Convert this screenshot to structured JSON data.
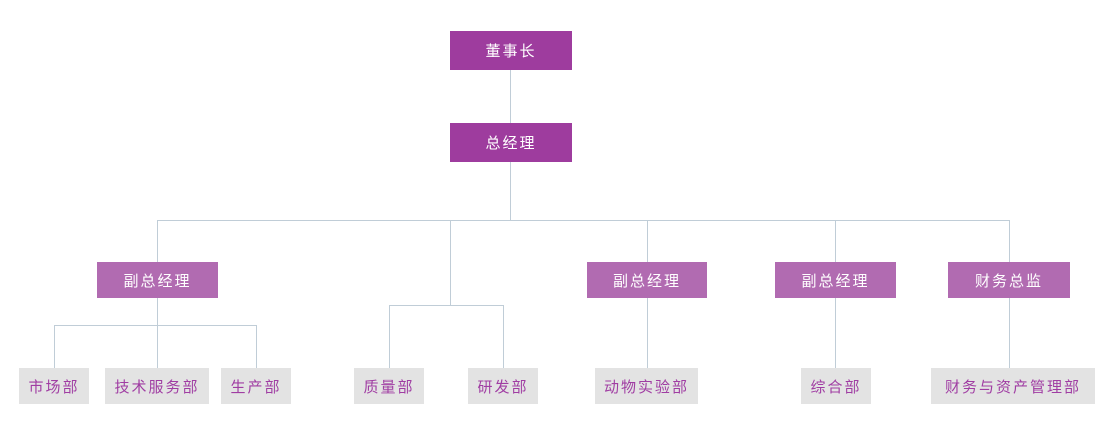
{
  "diagram": {
    "type": "org-chart",
    "background": "#ffffff",
    "colors": {
      "level1_fill": "#9E3C9E",
      "level2_fill": "#B16BB1",
      "leaf_fill": "#E3E3E3",
      "leaf_text": "#A03DA3",
      "node_text_on_purple": "#FFFFFF",
      "connector": "#C0CDD7"
    },
    "nodes": {
      "chairman": {
        "label": "董事长"
      },
      "general_manager": {
        "label": "总经理"
      },
      "deputy_gm_1": {
        "label": "副总经理"
      },
      "deputy_gm_2": {
        "label": "副总经理"
      },
      "deputy_gm_3": {
        "label": "副总经理"
      },
      "finance_director": {
        "label": "财务总监"
      },
      "marketing_dept": {
        "label": "市场部"
      },
      "tech_service_dept": {
        "label": "技术服务部"
      },
      "production_dept": {
        "label": "生产部"
      },
      "quality_dept": {
        "label": "质量部"
      },
      "rd_dept": {
        "label": "研发部"
      },
      "animal_lab_dept": {
        "label": "动物实验部"
      },
      "general_affairs_dept": {
        "label": "综合部"
      },
      "finance_asset_dept": {
        "label": "财务与资产管理部"
      }
    },
    "edges": [
      [
        "chairman",
        "general_manager"
      ],
      [
        "general_manager",
        "deputy_gm_1"
      ],
      [
        "general_manager",
        "quality_dept"
      ],
      [
        "general_manager",
        "rd_dept"
      ],
      [
        "general_manager",
        "deputy_gm_2"
      ],
      [
        "general_manager",
        "deputy_gm_3"
      ],
      [
        "general_manager",
        "finance_director"
      ],
      [
        "deputy_gm_1",
        "marketing_dept"
      ],
      [
        "deputy_gm_1",
        "tech_service_dept"
      ],
      [
        "deputy_gm_1",
        "production_dept"
      ],
      [
        "deputy_gm_2",
        "animal_lab_dept"
      ],
      [
        "deputy_gm_3",
        "general_affairs_dept"
      ],
      [
        "finance_director",
        "finance_asset_dept"
      ]
    ]
  }
}
